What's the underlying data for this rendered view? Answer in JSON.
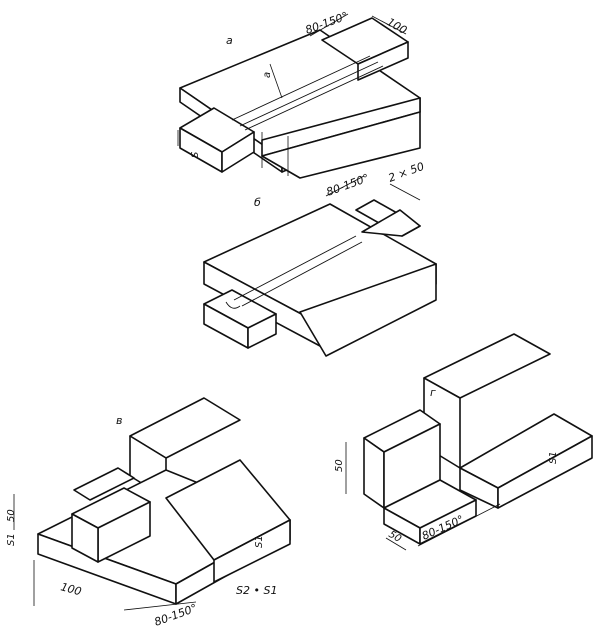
{
  "figure": {
    "a": {
      "label": "a",
      "dim_gap": "80-150°",
      "dim_width": "100",
      "mark_top": "a",
      "mark_side": "S"
    },
    "b": {
      "label": "б",
      "dim_gap": "80-150°",
      "dim_width": "2 × 50"
    },
    "v": {
      "label": "в",
      "dim_50": "50",
      "dim_s1": "S1",
      "dim_100": "100",
      "dim_gap": "80-150°",
      "mark_side": "S1",
      "formula": "S2 • S1"
    },
    "g": {
      "label": "г",
      "dim_50_vert": "50",
      "dim_50_horiz": "50",
      "dim_gap": "80-150°",
      "mark_side": "S1"
    }
  }
}
